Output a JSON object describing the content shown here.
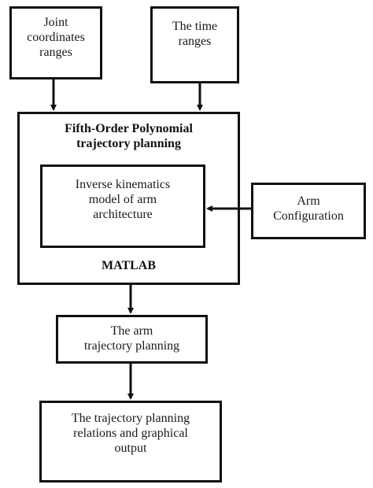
{
  "nodes": {
    "joint_ranges": {
      "label": "Joint\ncoordinates\nranges"
    },
    "time_ranges": {
      "label": "The time\nranges"
    },
    "planning_block": {
      "title": "Fifth-Order Polynomial\ntrajectory planning",
      "footer": "MATLAB"
    },
    "inverse_kinematics": {
      "label": "Inverse kinematics\nmodel of arm\narchitecture"
    },
    "arm_configuration": {
      "label": "Arm\nConfiguration"
    },
    "arm_trajectory": {
      "label": "The arm\ntrajectory planning"
    },
    "output": {
      "label": "The trajectory planning\nrelations and graphical\noutput"
    }
  },
  "colors": {
    "stroke": "#111111",
    "background": "#ffffff"
  }
}
